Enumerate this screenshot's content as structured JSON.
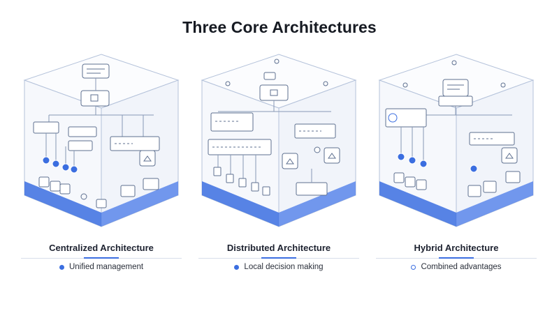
{
  "title": "Three Core Architectures",
  "colors": {
    "accent": "#3b6ee0",
    "line": "#9fb0cc",
    "face": "#f7f9fc"
  },
  "panels": [
    {
      "name": "Centralized Architecture",
      "feature": "Unified management",
      "feature_icon": "filled-dot-icon"
    },
    {
      "name": "Distributed Architecture",
      "feature": "Local decision making",
      "feature_icon": "filled-dot-icon"
    },
    {
      "name": "Hybrid Architecture",
      "feature": "Combined advantages",
      "feature_icon": "ring-dot-icon"
    }
  ]
}
